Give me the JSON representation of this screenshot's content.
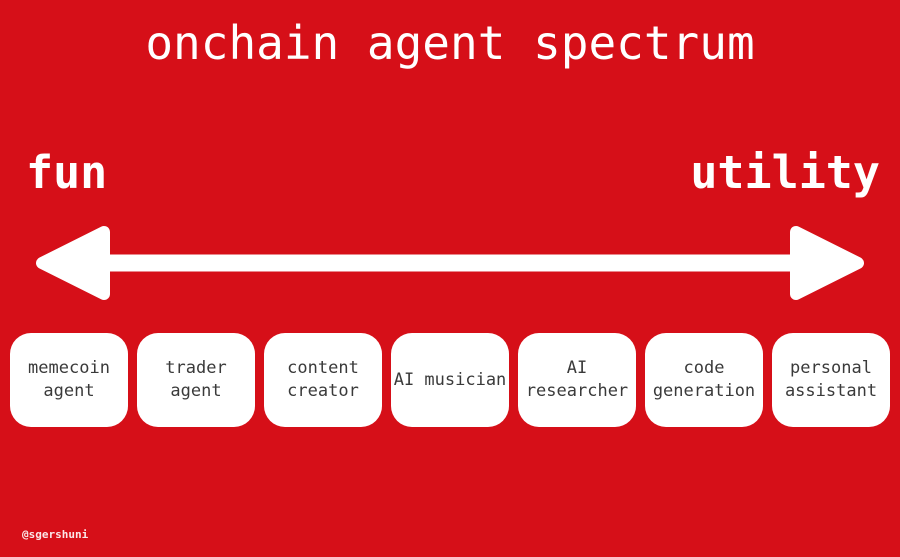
{
  "title": "onchain agent spectrum",
  "axis": {
    "left_label": "fun",
    "right_label": "utility"
  },
  "agents": [
    {
      "label": "memecoin\nagent"
    },
    {
      "label": "trader\nagent"
    },
    {
      "label": "content\ncreator"
    },
    {
      "label": "AI musician"
    },
    {
      "label": "AI\nresearcher"
    },
    {
      "label": "code\ngeneration"
    },
    {
      "label": "personal\nassistant"
    }
  ],
  "watermark": "@sgershuni",
  "colors": {
    "background": "#d60f18",
    "arrow": "#ffffff",
    "card_bg": "#ffffff",
    "card_text": "#3a3a3a",
    "label_text": "#ffffff"
  }
}
